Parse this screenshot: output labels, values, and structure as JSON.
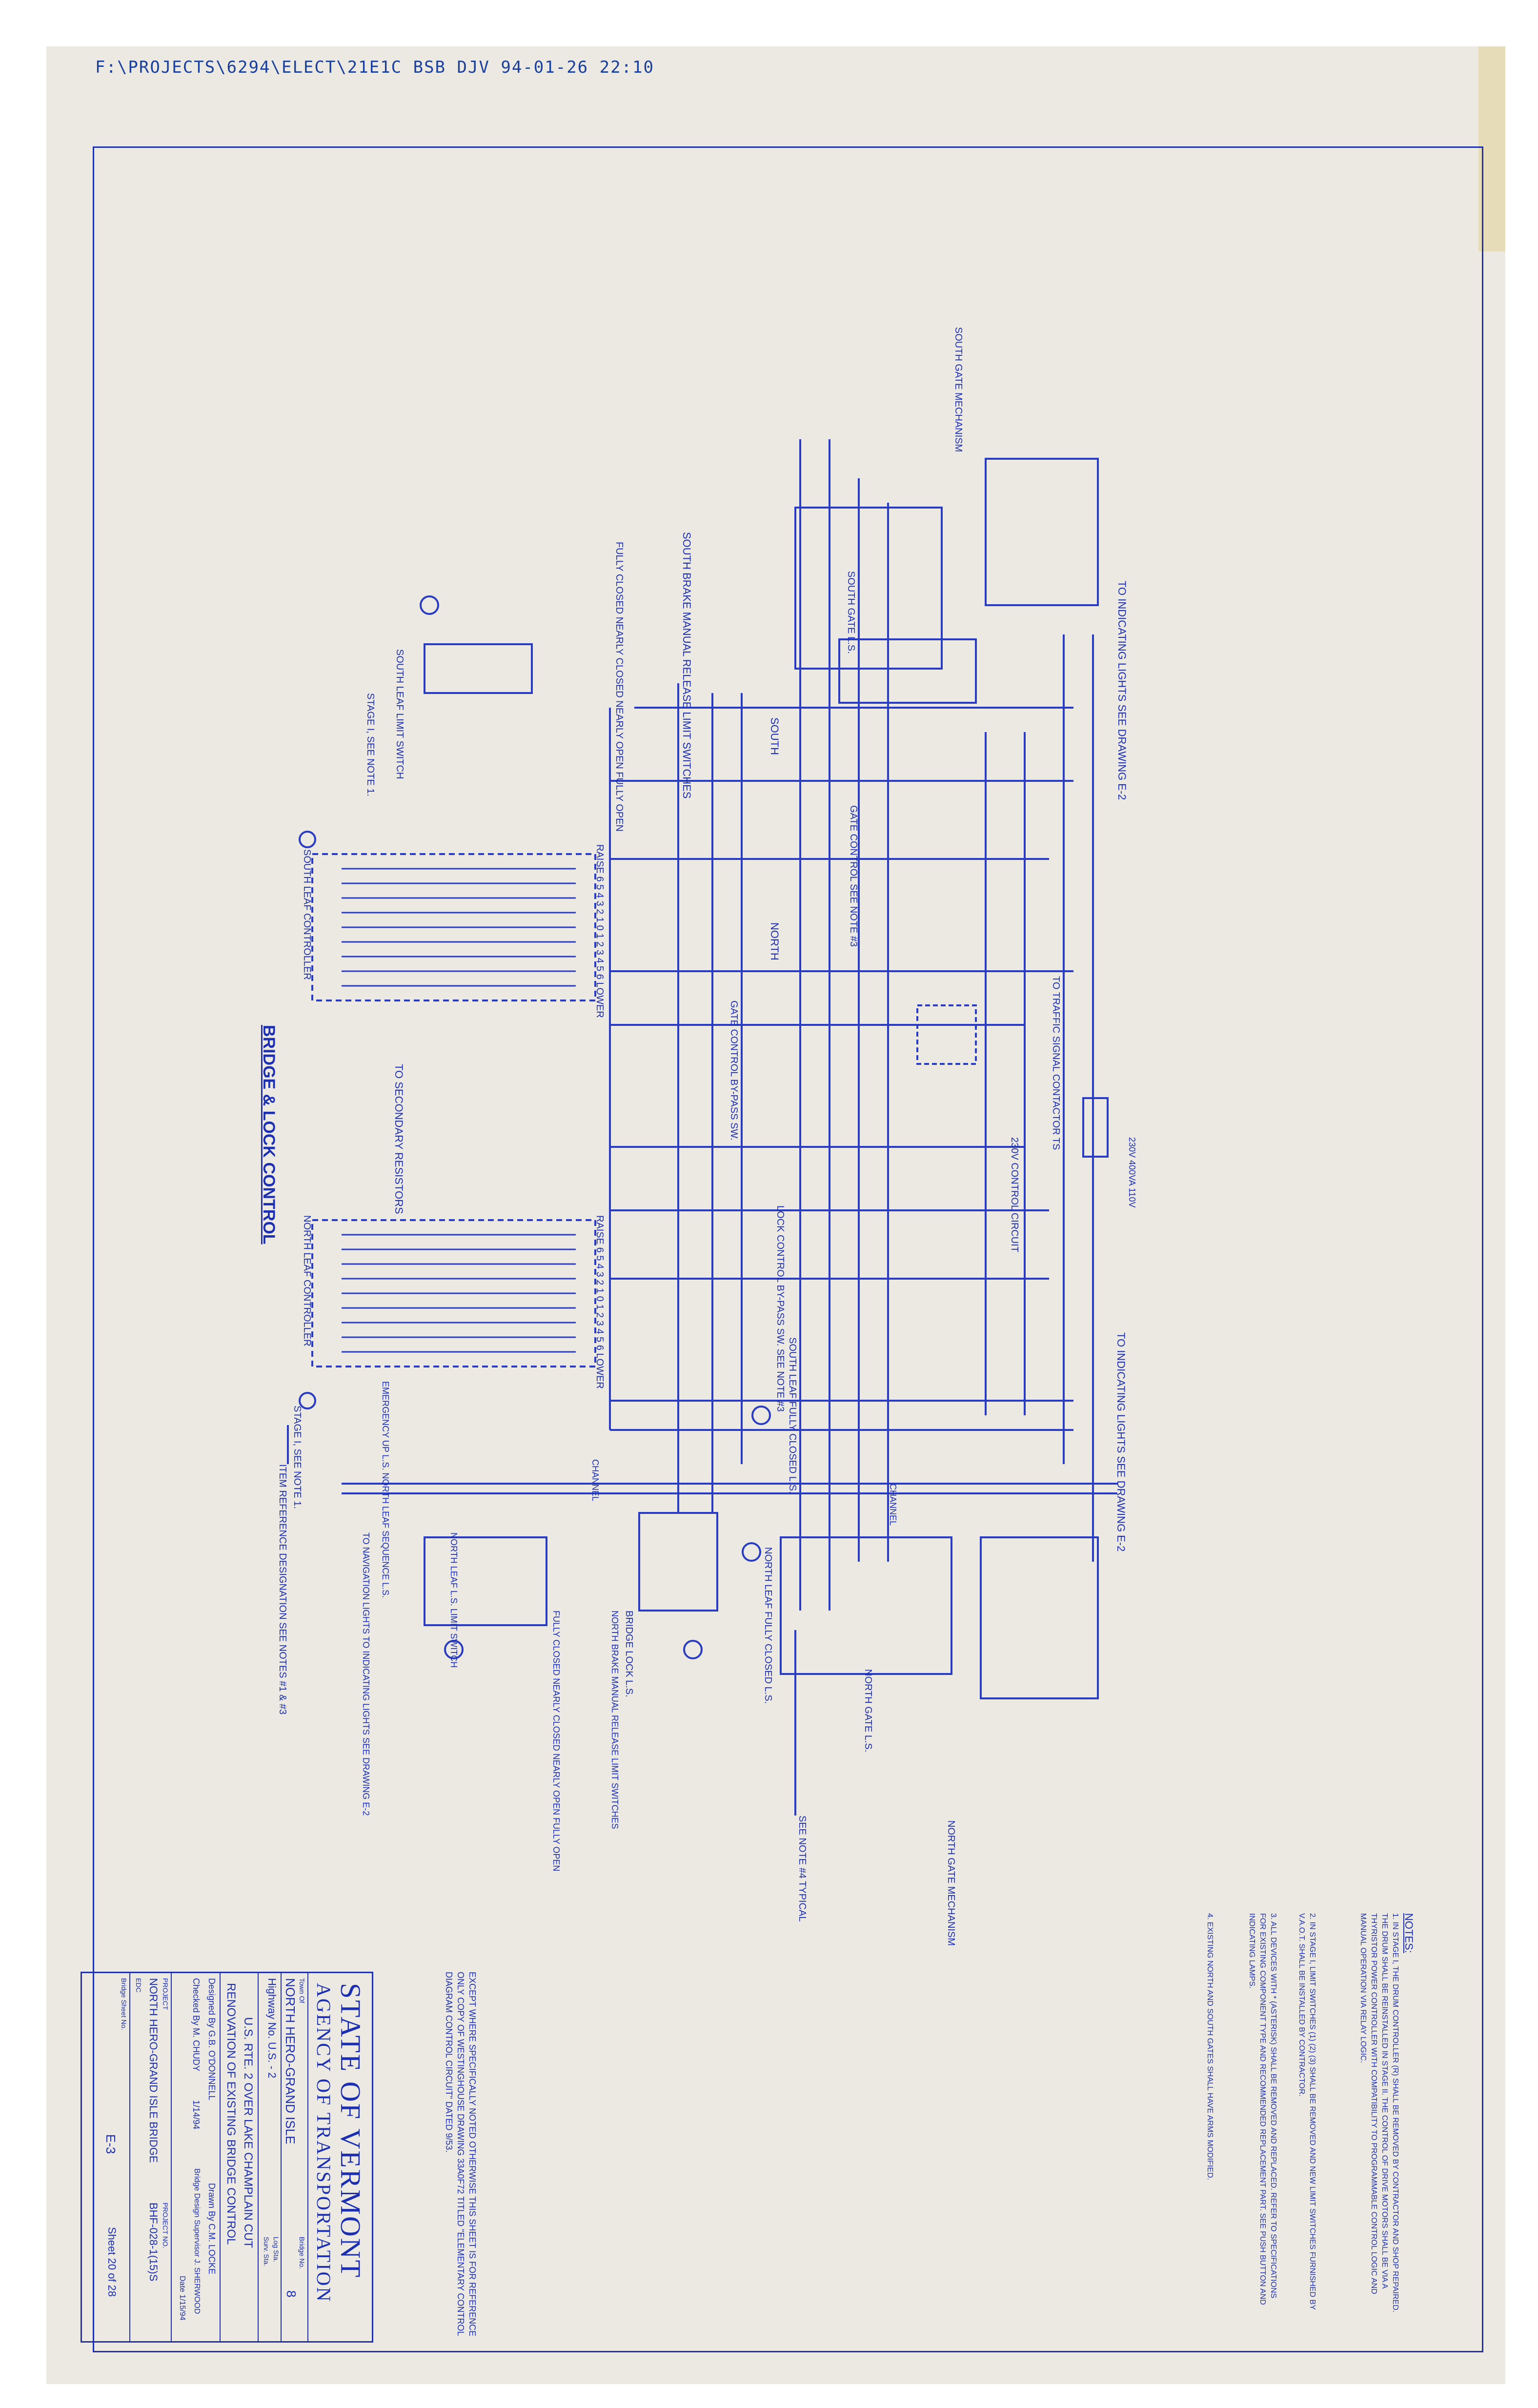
{
  "file_path": "F:\\PROJECTS\\6294\\ELECT\\21E1C BSB DJV 94-01-26 22:10",
  "title": "BRIDGE & LOCK CONTROL",
  "labels": {
    "south_gate_mechanism": "SOUTH GATE MECHANISM",
    "north_gate_mechanism": "NORTH GATE MECHANISM",
    "to_indicating_lights_1": "TO INDICATING LIGHTS SEE DRAWING E-2",
    "to_indicating_lights_2": "TO INDICATING LIGHTS SEE DRAWING E-2",
    "south_gate_ls": "SOUTH GATE L.S.",
    "north_gate_ls": "NORTH GATE L.S.",
    "south_brake": "SOUTH BRAKE MANUAL RELEASE LIMIT SWITCHES",
    "north_brake": "NORTH BRAKE MANUAL RELEASE LIMIT SWITCHES",
    "fully_closed_group": "FULLY CLOSED NEARLY CLOSED NEARLY OPEN FULLY OPEN",
    "south_leaf_limit": "SOUTH LEAF LIMIT SWITCH",
    "north_leaf_limit": "NORTH LEAF L.S. LIMIT SWITCH",
    "stage1_note_r1": "STAGE I, SEE NOTE 1.",
    "stage1_note_r2": "STAGE I, SEE NOTE 1.",
    "gate_control": "GATE CONTROL SEE NOTE #3",
    "gate_bypass": "GATE CONTROL BY-PASS SW.",
    "lock_bypass": "LOCK CONTROL BY-PASS SW. SEE NOTE #3",
    "traffic_signal": "TO TRAFFIC SIGNAL CONTACTOR TS",
    "control_circuit": "230V CONTROL CIRCUIT",
    "transformer": "230V 400VA 110V",
    "south_leaf_controller": "SOUTH LEAF CONTROLLER",
    "north_leaf_controller": "NORTH LEAF CONTROLLER",
    "secondary_resistors": "TO SECONDARY RESISTORS",
    "raise_lower_1": "RAISE 6 5 4 3 2 1 0 1 2 3 4 5 6 LOWER",
    "raise_lower_2": "RAISE 6 5 4 3 2 1 0 1 2 3 4 5 6 LOWER",
    "south_leaf_fully_closed": "SOUTH LEAF FULLY CLOSED L.S.",
    "north_leaf_fully_closed": "NORTH LEAF FULLY CLOSED L.S.",
    "emergency": "EMERGENCY UP L.S. NORTH LEAF SEQUENCE L.S.",
    "item_ref": "ITEM REFERENCE DESIGNATION SEE NOTES #1 & #3",
    "bridge_lock": "BRIDGE LOCK L.S.",
    "nav_lights": "TO NAVIGATION LIGHTS TO INDICATING LIGHTS SEE DRAWING E-2",
    "channel": "CHANNEL",
    "see_note_4": "SEE NOTE #4 TYPICAL",
    "south": "SOUTH",
    "north": "NORTH"
  },
  "notes": {
    "heading": "NOTES:",
    "items": [
      "1. IN STAGE I, THE DRUM CONTROLLER (R) SHALL BE REMOVED BY CONTRACTOR AND SHOP REPAIRED. THE DRUM SHALL BE REINSTALLED IN STAGE II. THE CONTROL OF DRIVE MOTORS SHALL BE VIA A THYRISTOR POWER CONTROLLER WITH COMPATIBILITY TO PROGRAMMABLE CONTROL LOGIC AND MANUAL OPERATION VIA RELAY LOGIC.",
      "2. IN STAGE I, LIMIT SWITCHES (1) (2) (3) SHALL BE REMOVED AND NEW LIMIT SWITCHES FURNISHED BY V.A.O.T. SHALL BE INSTALLED BY CONTRACTOR.",
      "3. ALL DEVICES WITH * (ASTERISK) SHALL BE REMOVED AND REPLACED. REFER TO SPECIFICATIONS FOR EXISTING COMPONENT TYPE AND RECOMMENDED REPLACEMENT PART. SEE PUSH BUTTON AND INDICATING LAMPS.",
      "4. EXISTING NORTH AND SOUTH GATES SHALL HAVE ARMS MODIFIED."
    ]
  },
  "reference_note": "EXCEPT WHERE SPECIFICALLY NOTED OTHERWISE THIS SHEET IS FOR REFERENCE ONLY COPY OF WESTINGHOUSE DRAWING 33A0F72 TITLED \"ELEMENTARY CONTROL DIAGRAM CONTROL CIRCUIT\" DATED 9/53.",
  "title_block": {
    "agency_line1": "STATE OF VERMONT",
    "agency_line2": "AGENCY OF TRANSPORTATION",
    "town": "Town Of",
    "town_value": "NORTH HERO-GRAND ISLE",
    "bridge_no": "Bridge No.",
    "bridge_no_value": "8",
    "highway": "Highway No. U.S. - 2",
    "log_sta": "Log Sta.",
    "surv_sta": "Surv. Sta.",
    "project_desc": "U.S. RTE. 2 OVER LAKE CHAMPLAIN CUT",
    "project_desc2": "RENOVATION OF EXISTING BRIDGE CONTROL",
    "designed": "Designed By  G.B. O'DONNELL",
    "drawn": "Drawn By  C.M. LOCKE",
    "checked": "Checked By  M. CHUDY",
    "date1": "1/14/94",
    "supervisor": "Bridge Design Supervisor  J. SHERWOOD",
    "date2": "Date 1/15/94",
    "project": "PROJECT",
    "project_name": "NORTH HERO-GRAND ISLE BRIDGE",
    "project_no_label": "PROJECT NO.",
    "project_no": "BHF-028-1(15)S",
    "edc": "EDC",
    "bridge_sheet": "Bridge Sheet No.",
    "sheet_no": "E-3",
    "sheet": "Sheet 20 of 28"
  },
  "colors": {
    "ink": "#1c2fb0",
    "paper": "#ebe9e2",
    "border": "#2233aa"
  }
}
